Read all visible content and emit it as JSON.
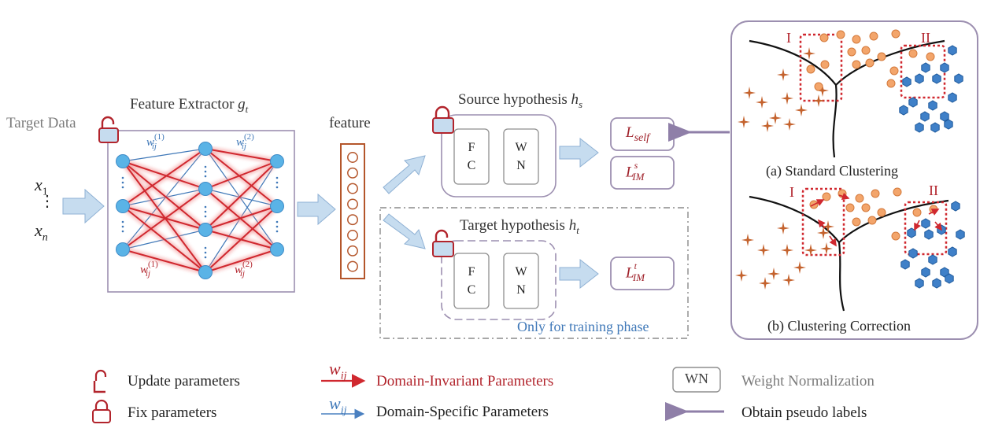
{
  "labels": {
    "target_data": "Target Data",
    "feature_extractor": "Feature Extractor",
    "feature_extractor_symbol": "g",
    "feature_extractor_sub": "t",
    "x_first": "x",
    "x_first_sub": "1",
    "x_dots": "⋮",
    "x_last": "x",
    "x_last_sub": "n",
    "feature": "feature",
    "w": "w",
    "w_sub": "ij",
    "w_sup_1": "(1)",
    "w_sup_2": "(2)",
    "source_hypothesis": "Source hypothesis",
    "source_symbol": "h",
    "source_sub": "s",
    "target_hypothesis": "Target hypothesis",
    "target_symbol": "h",
    "target_sub": "t",
    "fc_f": "F",
    "fc_c": "C",
    "wn_w": "W",
    "wn_n": "N",
    "only_training": "Only for training phase",
    "loss_L": "L",
    "loss_self_sub": "self",
    "loss_im_sub": "IM",
    "loss_src_sup": "s",
    "loss_tgt_sup": "t",
    "cluster_a": "(a) Standard Clustering",
    "cluster_b": "(b) Clustering Correction",
    "roman_1": "I",
    "roman_2": "II"
  },
  "legend": {
    "update": "Update parameters",
    "fix": "Fix parameters",
    "w": "w",
    "w_sub": "ij",
    "invariant": "Domain-Invariant Parameters",
    "specific": "Domain-Specific Parameters",
    "wn_box": "WN",
    "weight_norm": "Weight Normalization",
    "pseudo": "Obtain pseudo labels"
  },
  "colors": {
    "red": "#b2242c",
    "blue": "#3f78b8",
    "node": "#5ab3e6",
    "feature_border": "#b4562b",
    "orange": "#f3a56b",
    "star": "#c4622d",
    "hex": "#3f80c8",
    "arrow": "#c6dcef",
    "purple": "#8f7fa8"
  }
}
